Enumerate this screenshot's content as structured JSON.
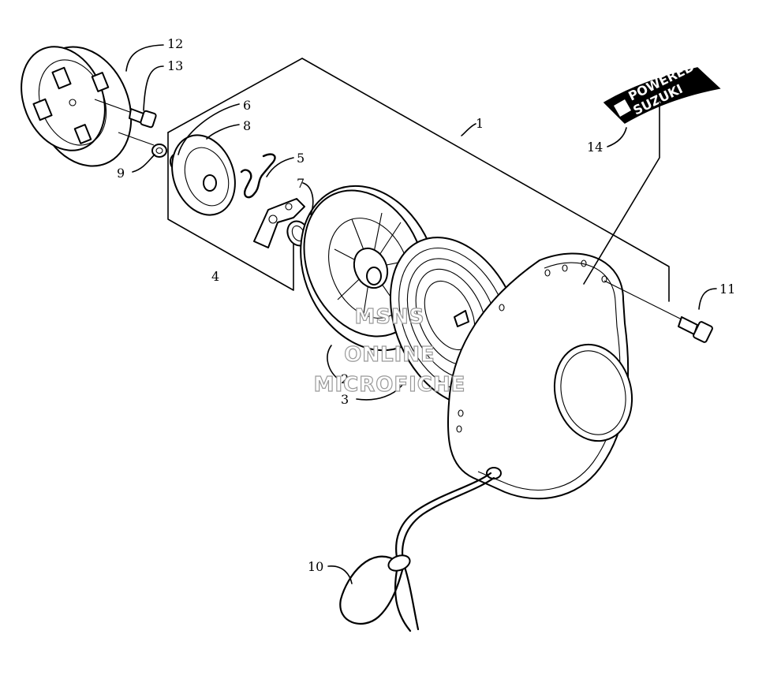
{
  "callouts": {
    "c1": "1",
    "c2": "2",
    "c3": "3",
    "c4": "4",
    "c5": "5",
    "c6": "6",
    "c7": "7",
    "c8": "8",
    "c9": "9",
    "c10": "10",
    "c11": "11",
    "c12": "12",
    "c13": "13",
    "c14": "14"
  },
  "decal": {
    "line1": "POWERED BY",
    "line2": "SUZUKI"
  },
  "watermark": {
    "line1": "MSNS",
    "line2": "ONLINE",
    "line3": "MICROFICHE"
  }
}
